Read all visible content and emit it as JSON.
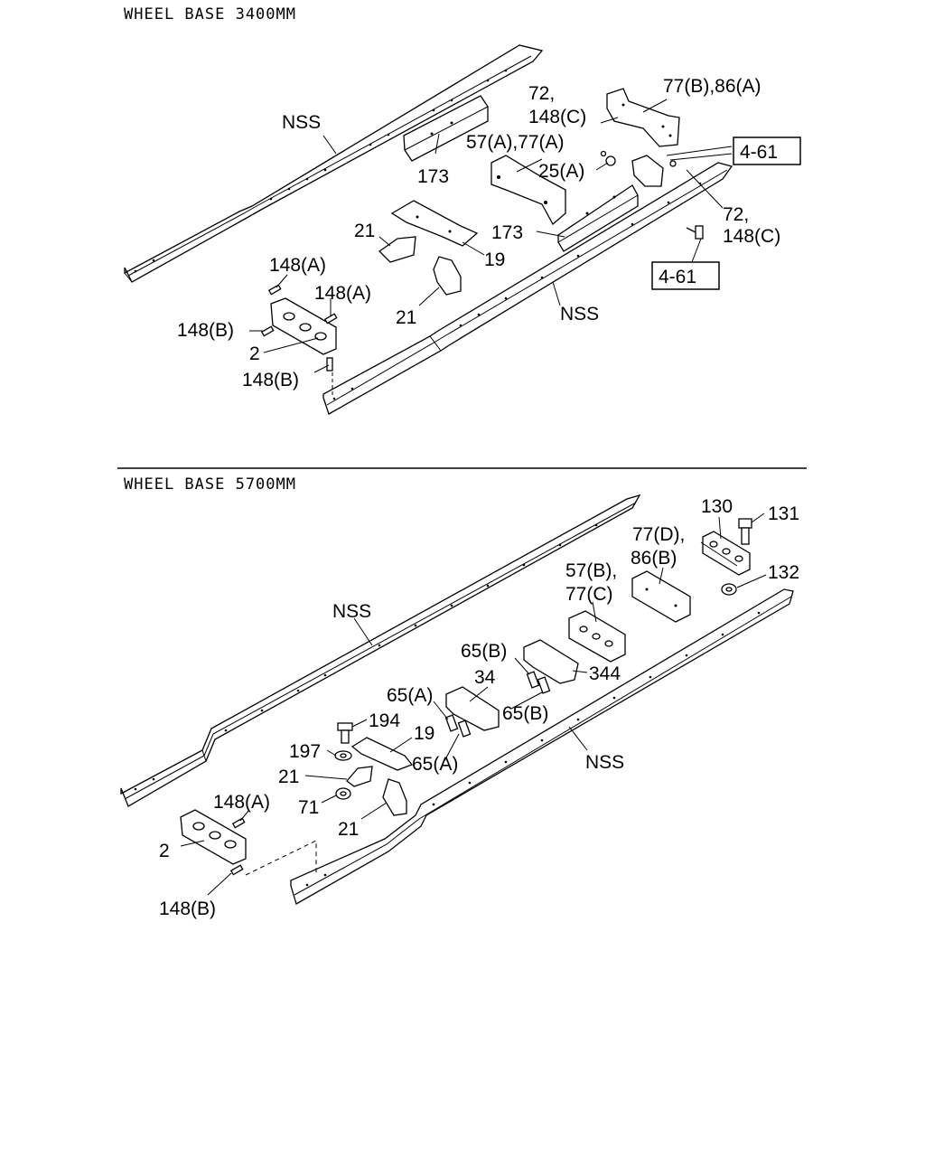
{
  "top": {
    "title": "WHEEL BASE 3400MM",
    "labels": {
      "nss_left": "NSS",
      "nss_right": "NSS",
      "p173_a": "173",
      "p173_b": "173",
      "p72_a": "72,",
      "p148c_a": "148(C)",
      "p77b86a": "77(B),86(A)",
      "p57a77a": "57(A),77(A)",
      "p25a": "25(A)",
      "p72_b": "72,",
      "p148c_b": "148(C)",
      "p21_a": "21",
      "p19": "19",
      "p21_b": "21",
      "p148a_1": "148(A)",
      "p148a_2": "148(A)",
      "p148b_1": "148(B)",
      "p2": "2",
      "p148b_2": "148(B)"
    },
    "ref_boxes": [
      "4-61",
      "4-61"
    ]
  },
  "bottom": {
    "title": "WHEEL BASE 5700MM",
    "labels": {
      "nss_left": "NSS",
      "nss_right": "NSS",
      "p130": "130",
      "p131": "131",
      "p77d": "77(D),",
      "p86b": "86(B)",
      "p132": "132",
      "p57b": "57(B),",
      "p77c": "77(C)",
      "p65b_1": "65(B)",
      "p34": "34",
      "p344": "344",
      "p65a_1": "65(A)",
      "p65b_2": "65(B)",
      "p194": "194",
      "p19": "19",
      "p197": "197",
      "p65a_2": "65(A)",
      "p21_a": "21",
      "p71": "71",
      "p21_b": "21",
      "p148a": "148(A)",
      "p2": "2",
      "p148b": "148(B)"
    }
  }
}
